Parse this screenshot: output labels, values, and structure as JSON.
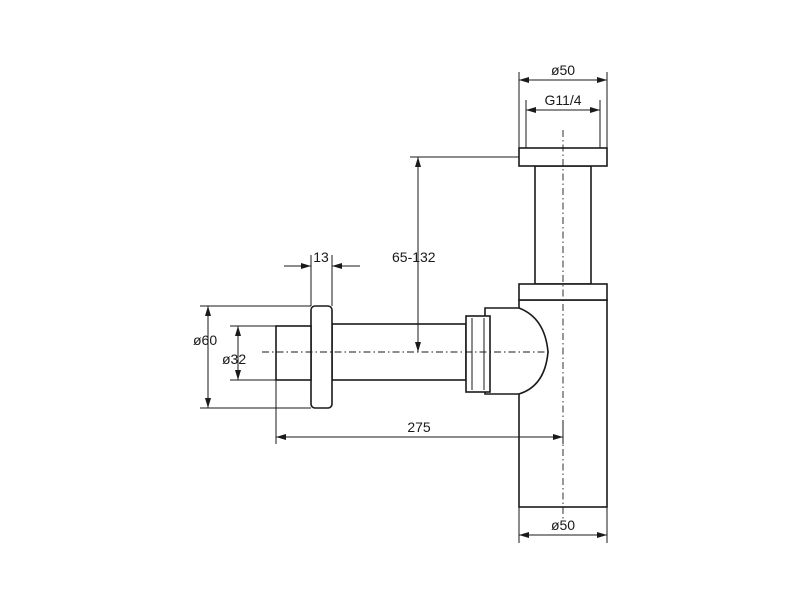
{
  "dimensions": {
    "top_outer_diameter": "ø50",
    "top_thread": "G11/4",
    "height_range": "65-132",
    "flange_width": "13",
    "flange_diameter": "ø60",
    "pipe_diameter": "ø32",
    "horizontal_length": "275",
    "bottom_diameter": "ø50"
  },
  "colors": {
    "line": "#1a1a1a",
    "background": "#ffffff"
  }
}
